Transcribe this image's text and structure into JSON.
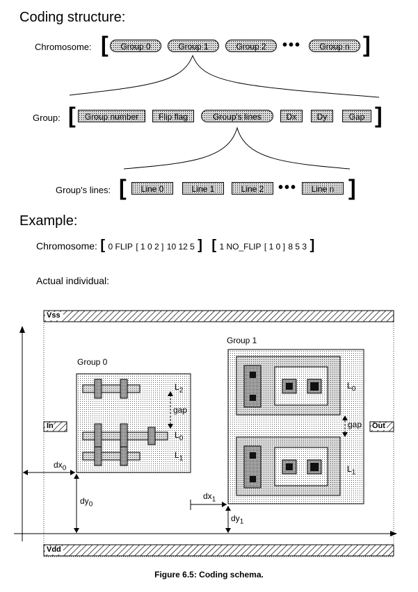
{
  "coding_title": "Coding structure:",
  "chromosome_label": "Chromosome:",
  "chromosome_groups": [
    "Group 0",
    "Group 1",
    "Group 2",
    "Group n"
  ],
  "group_label": "Group:",
  "group_fields": [
    "Group number",
    "Flip flag",
    "Group's lines",
    "Dx",
    "Dy",
    "Gap"
  ],
  "lines_label": "Group's lines:",
  "lines_items": [
    "Line 0",
    "Line 1",
    "Line 2",
    "Line n"
  ],
  "ellipsis": "•••",
  "example_title": "Example:",
  "example": {
    "label": "Chromosome:",
    "g0_start": "0 FLIP",
    "g0_lines": "[ 1 0 2 ]",
    "g0_end": "10 12 5",
    "g1_start": "1 NO_FLIP",
    "g1_lines": "[ 1 0 ]",
    "g1_end": "8 5 3",
    "bracket_open": "[",
    "bracket_close": "]"
  },
  "actual_individual": "Actual individual:",
  "layout_labels": {
    "vss": "Vss",
    "vdd": "Vdd",
    "in": "In",
    "out": "Out",
    "group0": "Group 0",
    "group1": "Group 1",
    "gap": "gap",
    "l": "L",
    "dx": "dx",
    "dy": "dy",
    "sub0": "0",
    "sub1": "1",
    "sub2": "2"
  },
  "caption": "Figure 6.5:  Coding schema."
}
